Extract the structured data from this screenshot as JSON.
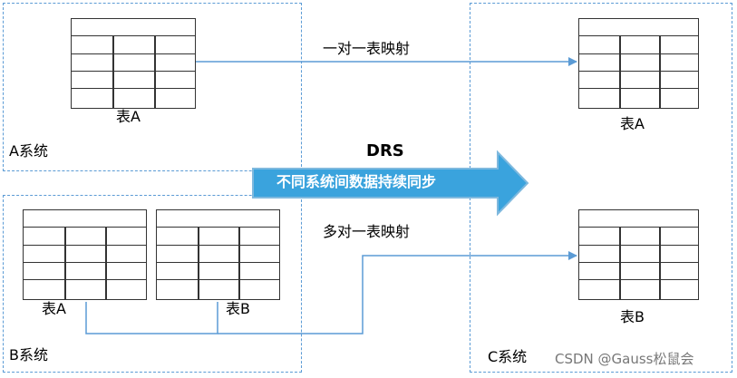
{
  "systems": {
    "a": {
      "label": "A系统",
      "table_label": "表A"
    },
    "b": {
      "label": "B系统",
      "table_a_label": "表A",
      "table_b_label": "表B"
    },
    "c": {
      "label": "C系统",
      "table_a_label": "表A",
      "table_b_label": "表B"
    }
  },
  "mappings": {
    "one_to_one": "一对一表映射",
    "many_to_one": "多对一表映射"
  },
  "drs": {
    "title": "DRS",
    "sync_text": "不同系统间数据持续同步"
  },
  "watermark": "CSDN @Gauss松鼠会",
  "colors": {
    "dashed_border": "#5b9bd5",
    "arrow_line": "#5b9bd5",
    "big_arrow_fill": "#3aa3dd",
    "big_arrow_stroke": "#7fb9de"
  }
}
